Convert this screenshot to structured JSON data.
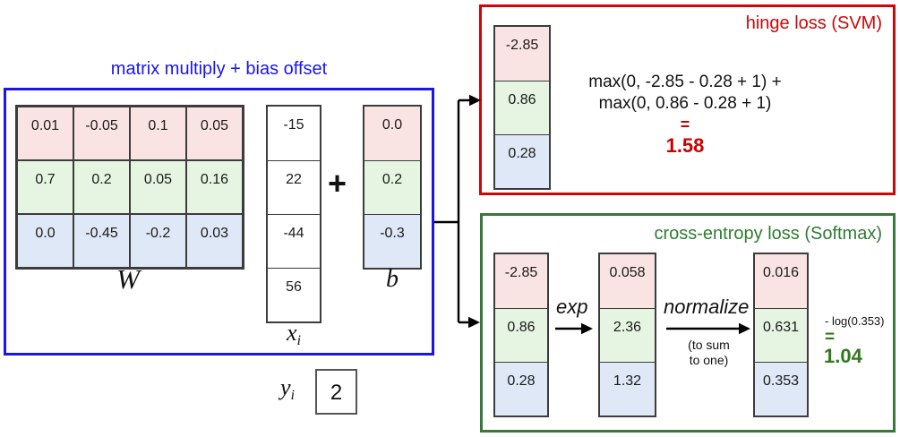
{
  "blue_section": {
    "title": "matrix multiply + bias offset",
    "w_matrix": {
      "label": "W",
      "rows": [
        [
          "0.01",
          "-0.05",
          "0.1",
          "0.05"
        ],
        [
          "0.7",
          "0.2",
          "0.05",
          "0.16"
        ],
        [
          "0.0",
          "-0.45",
          "-0.2",
          "0.03"
        ]
      ]
    },
    "x_vector": {
      "label_base": "x",
      "label_sub": "i",
      "values": [
        "-15",
        "22",
        "-44",
        "56"
      ]
    },
    "plus_sign": "+",
    "b_vector": {
      "label": "b",
      "values": [
        "0.0",
        "0.2",
        "-0.3"
      ]
    }
  },
  "y_label": {
    "base": "y",
    "sub": "i",
    "value": "2"
  },
  "hinge_box": {
    "title": "hinge loss (SVM)",
    "scores": [
      "-2.85",
      "0.86",
      "0.28"
    ],
    "formula_line1": "max(0, -2.85 - 0.28 + 1) +",
    "formula_line2": "max(0, 0.86 - 0.28 + 1)",
    "equals": "=",
    "result": "1.58"
  },
  "softmax_box": {
    "title": "cross-entropy loss (Softmax)",
    "scores": [
      "-2.85",
      "0.86",
      "0.28"
    ],
    "exp_label": "exp",
    "exp_values": [
      "0.058",
      "2.36",
      "1.32"
    ],
    "normalize_label": "normalize",
    "normalize_note_line1": "(to sum",
    "normalize_note_line2": "to one)",
    "normalized_values": [
      "0.016",
      "0.631",
      "0.353"
    ],
    "log_expr": "- log(0.353)",
    "equals": "=",
    "result": "1.04"
  },
  "colors": {
    "row_pink": "#f9e4e3",
    "row_green": "#e6f5e1",
    "row_blue": "#dfe8f6",
    "blue_accent": "#1a15ee",
    "red_accent": "#c90808",
    "green_accent": "#2e7d32",
    "hinge_result_red": "#cc0000",
    "softmax_result_green": "#2f7a1a"
  }
}
